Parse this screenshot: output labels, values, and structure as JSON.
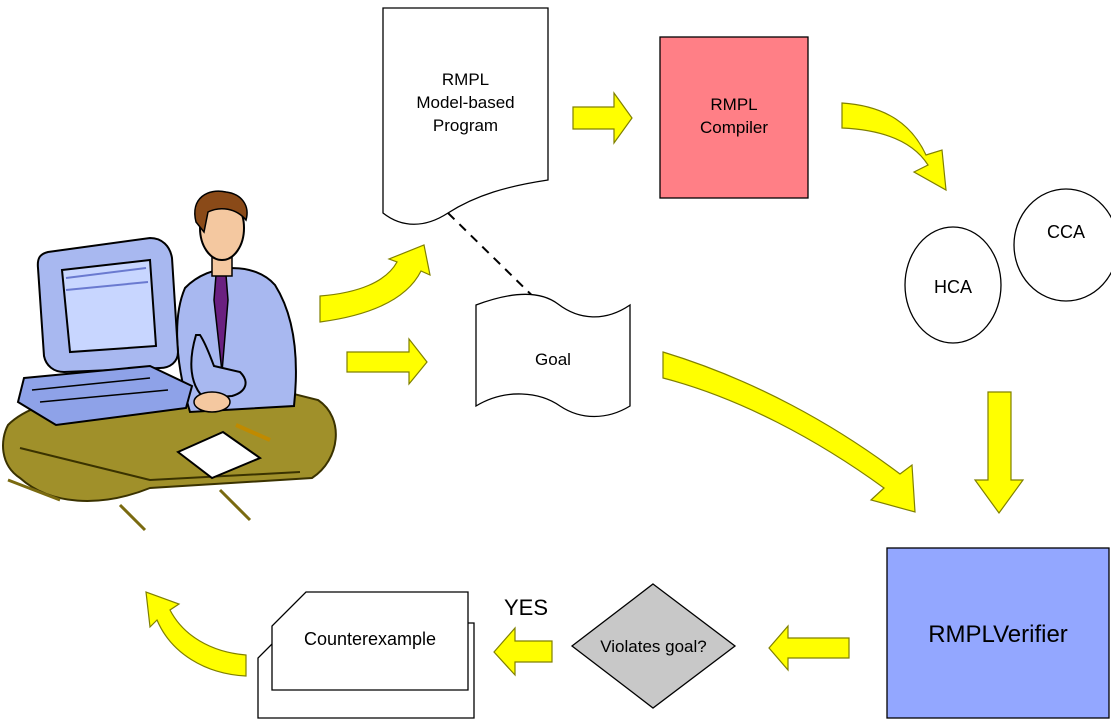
{
  "nodes": {
    "program": "RMPL\nModel-based\nProgram",
    "compiler": "RMPL\nCompiler",
    "cca": "CCA",
    "hca": "HCA",
    "goal": "Goal",
    "verifier": "RMPLVerifier",
    "decision": "Violates goal?",
    "counterexample": "Counterexample"
  },
  "edges": {
    "yes_label": "YES"
  },
  "colors": {
    "arrow_fill": "#ffff00",
    "arrow_stroke": "#808000",
    "compiler_fill": "#ff7f86",
    "verifier_fill": "#93a7ff",
    "decision_fill": "#c8c8c8"
  },
  "icons": {
    "user": "person-at-computer-clipart"
  }
}
